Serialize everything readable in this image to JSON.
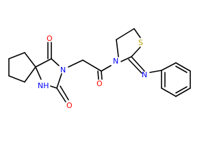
{
  "molecule": {
    "atoms": [
      {
        "id": "o1",
        "symbol": "O",
        "color": "#ff0000"
      },
      {
        "id": "n1",
        "symbol": "N",
        "color": "#0000ff"
      },
      {
        "id": "nh",
        "symbol": "NH",
        "color": "#0000ff"
      },
      {
        "id": "o2",
        "symbol": "O",
        "color": "#ff0000"
      },
      {
        "id": "o3",
        "symbol": "O",
        "color": "#ff0000"
      },
      {
        "id": "n2",
        "symbol": "N",
        "color": "#0000ff"
      },
      {
        "id": "s1",
        "symbol": "S",
        "color": "#b8a000"
      },
      {
        "id": "n3",
        "symbol": "N",
        "color": "#0000ff"
      }
    ]
  }
}
